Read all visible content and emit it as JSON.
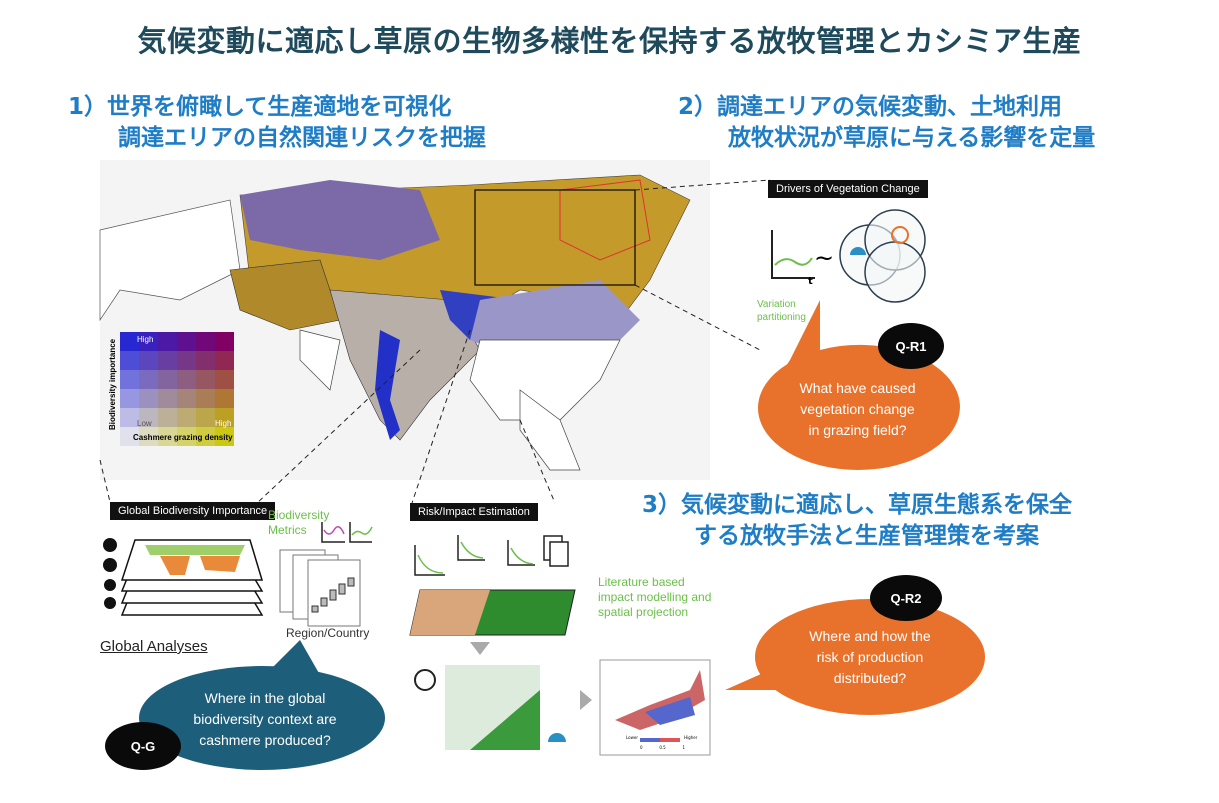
{
  "title": "気候変動に適応し草原の生物多様性を保持する放牧管理とカシミア生産",
  "section1": {
    "line1": "1）世界を俯瞰して生産適地を可視化",
    "line2": "調達エリアの自然関連リスクを把握"
  },
  "section2": {
    "line1": "2）調達エリアの気候変動、土地利用",
    "line2": "放牧状況が草原に与える影響を定量"
  },
  "section3": {
    "line1": "3）気候変動に適応し、草原生態系を保全",
    "line2": "する放牧手法と生産管理策を考案"
  },
  "legend": {
    "y_label": "Biodiversity importance",
    "x_label": "Cashmere grazing density",
    "high_top": "High",
    "low": "Low",
    "high_right": "High"
  },
  "drivers": {
    "label": "Drivers of Vegetation Change",
    "tilde": "~",
    "axis_t": "t",
    "note": "Variation partitioning"
  },
  "qr1": {
    "badge": "Q-R1",
    "line1": "What have caused",
    "line2": "vegetation change",
    "line3": "in grazing field?"
  },
  "global": {
    "label": "Global Biodiversity Importance",
    "metrics": "Biodiversity Metrics",
    "region": "Region/Country",
    "analyses": "Global Analyses"
  },
  "qg": {
    "badge": "Q-G",
    "line1": "Where in the global",
    "line2": "biodiversity context are",
    "line3": "cashmere produced?"
  },
  "risk": {
    "label": "Risk/Impact Estimation",
    "note": "Literature based impact modelling and spatial projection",
    "map_lower": "Lower",
    "map_higher": "Higher",
    "map_ticks": [
      "0",
      "0.5",
      "1"
    ]
  },
  "qr2": {
    "badge": "Q-R2",
    "line1": "Where and how the",
    "line2": "risk of production",
    "line3": "distributed?"
  },
  "colors": {
    "title": "#1e4a5c",
    "heading": "#1f7dc6",
    "orange": "#e8722c",
    "teal_bubble": "#1d5e7a",
    "green_text": "#6cbf4a"
  }
}
